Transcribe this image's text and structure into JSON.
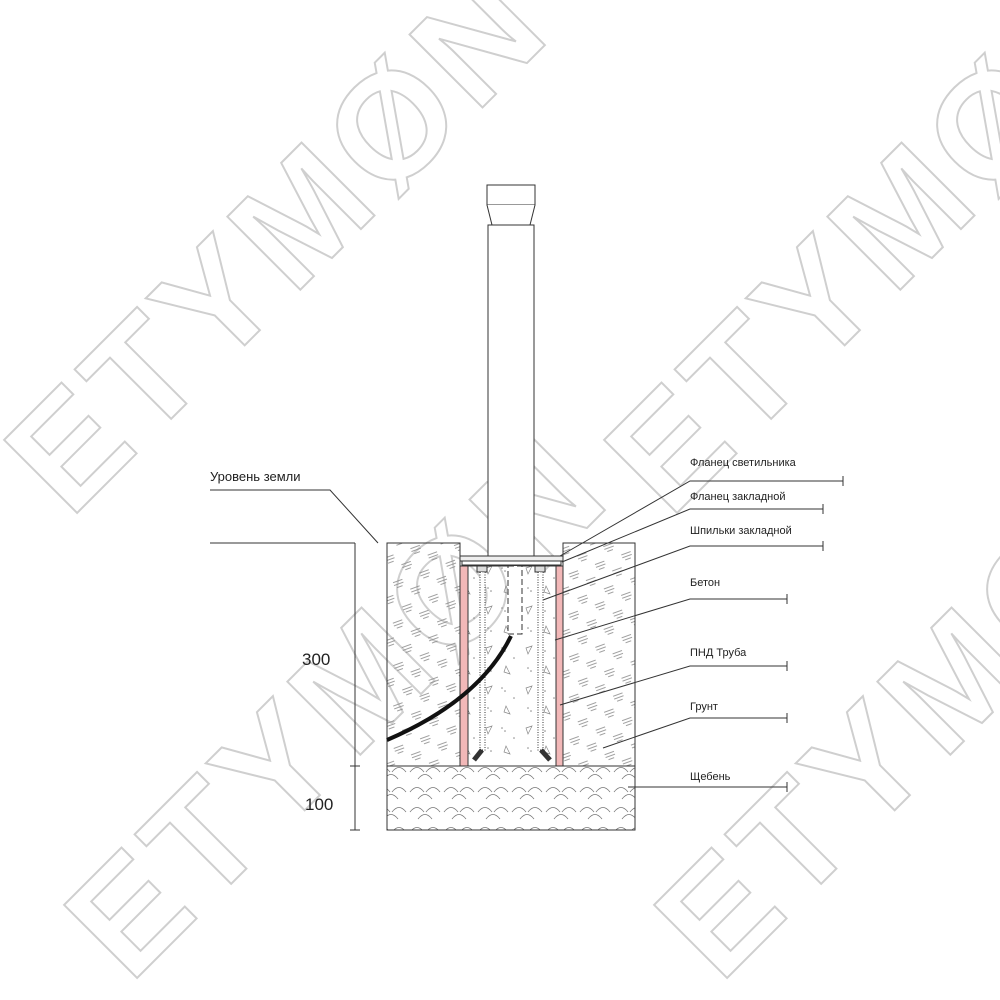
{
  "watermark": "ETYMØN",
  "ground_label": "Уровень земли",
  "dimensions": {
    "upper": "300",
    "lower": "100"
  },
  "callouts": [
    {
      "label": "Фланец светильника"
    },
    {
      "label": "Фланец закладной"
    },
    {
      "label": "Шпильки закладной"
    },
    {
      "label": "Бетон"
    },
    {
      "label": "ПНД Труба"
    },
    {
      "label": "Грунт"
    },
    {
      "label": "Щебень"
    }
  ],
  "colors": {
    "pipe": "#f2b8b8",
    "line": "#333333",
    "watermark": "#cfcfcf"
  }
}
